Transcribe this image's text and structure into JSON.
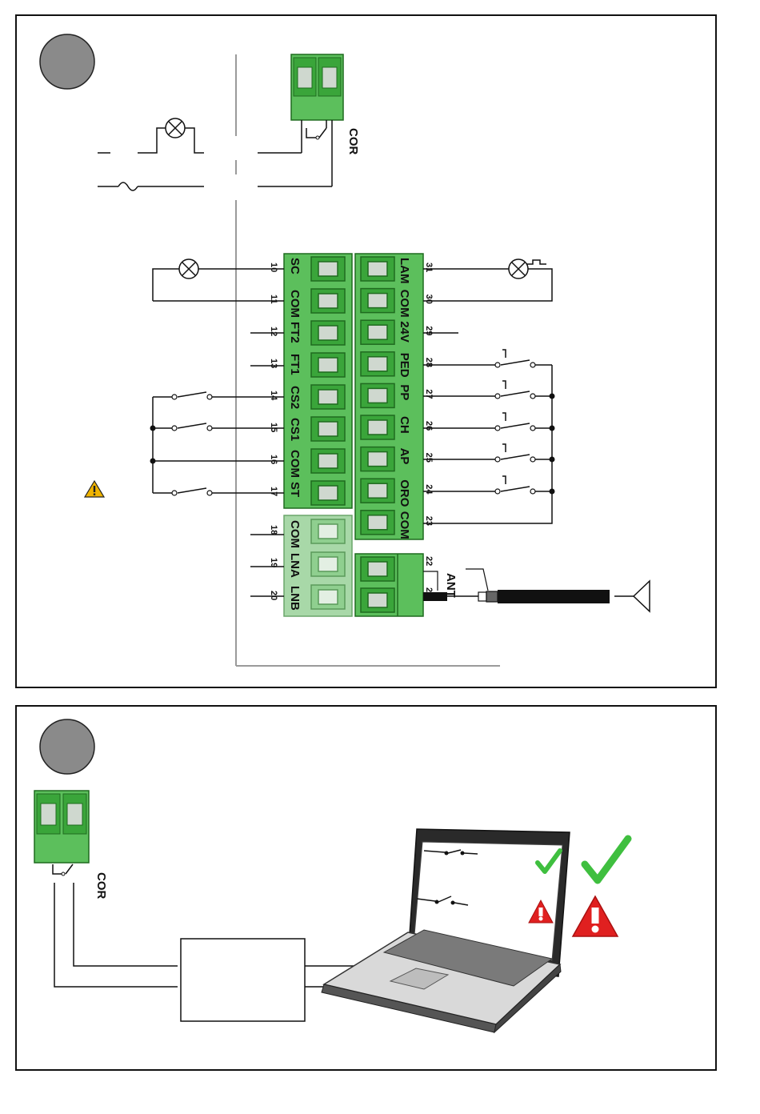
{
  "panel1": {
    "relay_label": "COR",
    "left_terminals": [
      {
        "label": "SC",
        "number": "10"
      },
      {
        "label": "COM",
        "number": "11"
      },
      {
        "label": "FT2",
        "number": "12"
      },
      {
        "label": "FT1",
        "number": "13"
      },
      {
        "label": "CS2",
        "number": "14"
      },
      {
        "label": "CS1",
        "number": "15"
      },
      {
        "label": "COM",
        "number": "16"
      },
      {
        "label": "ST",
        "number": "17"
      }
    ],
    "lower_left_terminals": [
      {
        "label": "COM",
        "number": "18"
      },
      {
        "label": "LNA",
        "number": "19"
      },
      {
        "label": "LNB",
        "number": "20"
      }
    ],
    "right_terminals": [
      {
        "label": "LAM",
        "number": "31"
      },
      {
        "label": "COM",
        "number": "30"
      },
      {
        "label": "24V",
        "number": "29"
      },
      {
        "label": "PED",
        "number": "28"
      },
      {
        "label": "PP",
        "number": "27"
      },
      {
        "label": "CH",
        "number": "26"
      },
      {
        "label": "AP",
        "number": "25"
      },
      {
        "label": "ORO",
        "number": "24"
      },
      {
        "label": "COM",
        "number": "23"
      }
    ],
    "antenna_terminals": [
      {
        "number": "22"
      },
      {
        "number": "21"
      }
    ],
    "antenna_label": "ANT"
  },
  "panel2": {
    "relay_label": "COR"
  },
  "colors": {
    "terminal_green": "#5cbf5c",
    "terminal_light_green": "#a8d8a8",
    "warning_red": "#e02020",
    "check_green": "#3fbf3f",
    "circle_gray": "#8a8a8a"
  }
}
